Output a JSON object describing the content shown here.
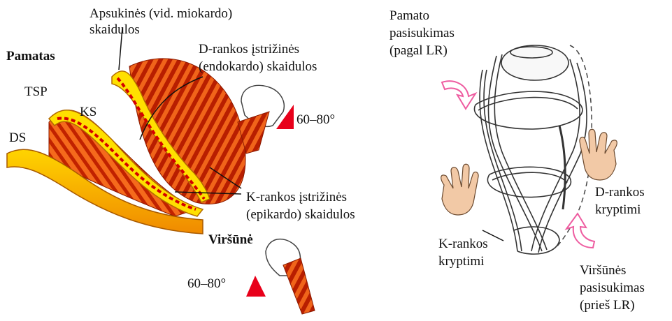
{
  "left_panel": {
    "apsukines_line1": "Apsukinės (vid. miokardo)",
    "apsukines_line2": "skaidulos",
    "pamatas": "Pamatas",
    "d_rankos_line1": "D-rankos įstrižinės",
    "d_rankos_line2": "(endokardo) skaidulos",
    "tsp": "TSP",
    "ks": "KS",
    "ds": "DS",
    "angle_top": "60–80°",
    "k_rankos_line1": "K-rankos įstrižinės",
    "k_rankos_line2": "(epikardo) skaidulos",
    "virsune": "Viršūnė",
    "angle_bottom": "60–80°"
  },
  "right_panel": {
    "pamato_line1": "Pamato",
    "pamato_line2": "pasisukimas",
    "pamato_line3": "(pagal LR)",
    "d_rankos_line1": "D-rankos",
    "d_rankos_line2": "kryptimi",
    "k_rankos_line1": "K-rankos",
    "k_rankos_line2": "kryptimi",
    "virsunes_line1": "Viršūnės",
    "virsunes_line2": "pasisukimas",
    "virsunes_line3": "(prieš LR)"
  },
  "colors": {
    "muscle_dark": "#b02000",
    "muscle_light": "#ff8a2a",
    "yellow_band": "#ffe000",
    "accent_red": "#e8001a",
    "arrow_pink": "#ee5ca0",
    "hand_skin": "#f2c9a6"
  }
}
